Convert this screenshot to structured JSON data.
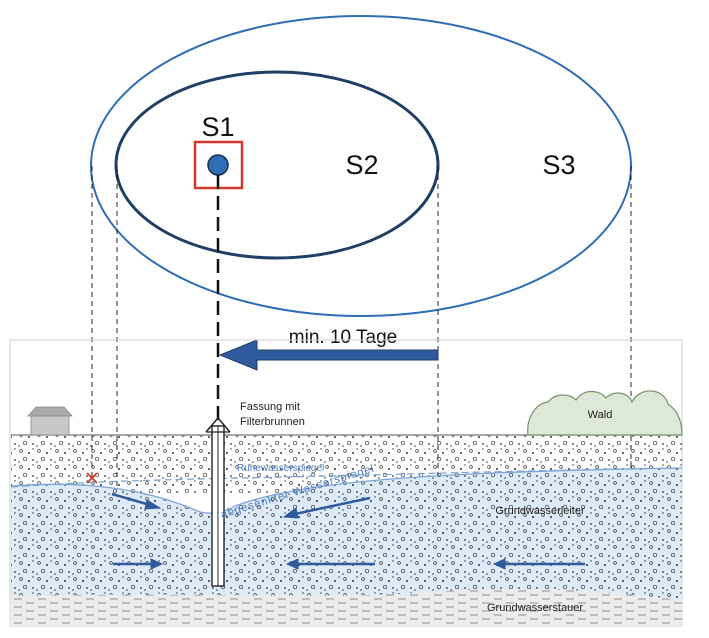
{
  "zones": {
    "s1": "S1",
    "s2": "S2",
    "s3": "S3"
  },
  "arrow_label": "min. 10 Tage",
  "well_label_line1": "Fassung mit",
  "well_label_line2": "Filterbrunnen",
  "forest_label": "Wald",
  "water_table_rest": "Ruhewasserspiegel",
  "water_table_lowered": "abgesenkter Wasserspiegel",
  "aquifer_label": "Grundwasserleiter",
  "aquitard_label": "Grundwasserstauer",
  "colors": {
    "zone_s3_outline": "#2f6db5",
    "zone_s2_outline": "#1f3f66",
    "zone_s1_box": "#d43a2a",
    "well_dot": "#2f6db5",
    "flow_arrow": "#2f5a9e",
    "aquifer_fill": "#dcebf7",
    "water_line": "#7ea6d8",
    "forest_fill": "#dde8d6"
  },
  "icons": {
    "well": "well-shaft-icon",
    "house": "house-icon",
    "forest": "forest-icon",
    "contamination": "red-cross-marker-icon"
  }
}
